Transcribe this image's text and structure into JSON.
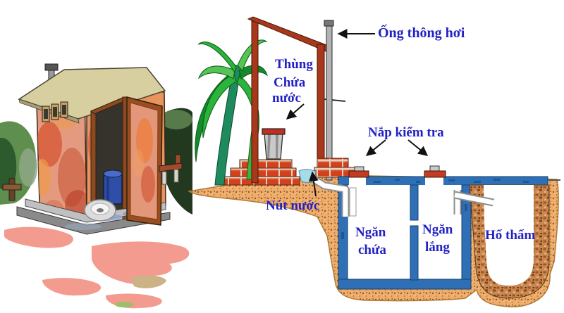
{
  "diagram": {
    "labels": {
      "vent_pipe": "Ống thông hơi",
      "water_container": {
        "line1": "Thùng",
        "line2": "Chứa",
        "line3": "nước"
      },
      "inspection_covers": "Nắp kiểm tra",
      "water_seal": "Nút nước",
      "storage_chamber": {
        "line1": "Ngăn",
        "line2": "chứa"
      },
      "settling_chamber": {
        "line1": "Ngăn",
        "line2": "lắng"
      },
      "soak_pit": "Hố thấm"
    },
    "label_color": "#2222C4",
    "arrow_color": "#111111",
    "colors": {
      "tank_wall_blue": "#2E6FB5",
      "tank_outline": "#16406B",
      "soil_tan": "#EFAD6C",
      "soil_speckle": "#8B5A2B",
      "brick_red": "#D2401E",
      "gravel_brown": "#C98850",
      "water_seal_cyan": "#A6DCE8",
      "vent_pipe_gray": "#B3B3B3",
      "pipe_white": "#FFFFFF",
      "frame_wood_red": "#A8381C",
      "banana_leaf_green": "#2BB33B",
      "banana_trunk_teal": "#1F8A5E",
      "roof_beige": "#D8CFA0",
      "wall_salmon": "#E39A7E",
      "wall_mottle_red": "#D4502E",
      "door_wood_brown": "#9A4E20",
      "interior_dark": "#36322C",
      "barrel_blue": "#2E4FA8",
      "concrete_gray": "#C0C0C0",
      "ground_pink": "#F29B8E",
      "foliage_green": "#5F8F4F",
      "foliage_dark": "#22381F"
    }
  }
}
